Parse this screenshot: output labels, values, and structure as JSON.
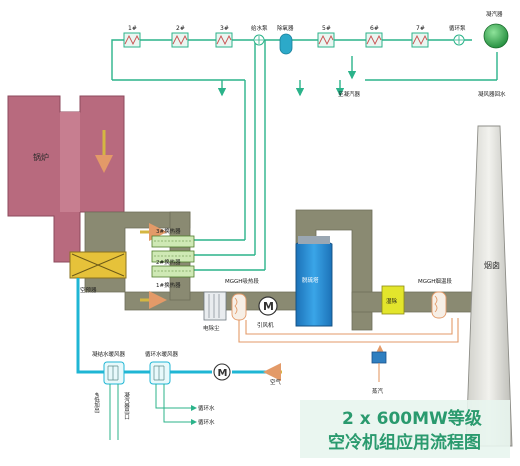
{
  "caption": {
    "line1": "2 x 600MW等级",
    "line2": "空冷机组应用流程图"
  },
  "labels": {
    "boiler": "锅炉",
    "air_preheater": "空预器",
    "chimney": "烟囱",
    "heater_1": "1#",
    "heater_2": "2#",
    "heater_3": "3#",
    "heater_5": "5#",
    "heater_6": "6#",
    "heater_7": "7#",
    "feed_pump": "给水泵",
    "deaerator": "除氧器",
    "circ_pump": "循环泵",
    "condenser": "凝汽器",
    "cond_return": "凝风器回水",
    "to_condenser": "至凝汽器",
    "hx_3": "3#换热器",
    "hx_2": "2#换热器",
    "hx_1": "1#换热器",
    "esp": "电除尘",
    "idfan": "引风机",
    "mggh_heat": "MGGH吸热段",
    "desulf_tower": "脱硫塔",
    "mist": "湿除",
    "mggh_reheat": "MGGH烟温段",
    "steam": "蒸汽",
    "cond_air_heater": "凝结水暖风器",
    "circ_air_heater": "循环水暖风器",
    "air": "空气",
    "low_add": "#低加出",
    "cond_out": "凝汽器出口",
    "circ_water_1": "循环水",
    "circ_water_2": "循环水",
    "motor": "M"
  }
}
